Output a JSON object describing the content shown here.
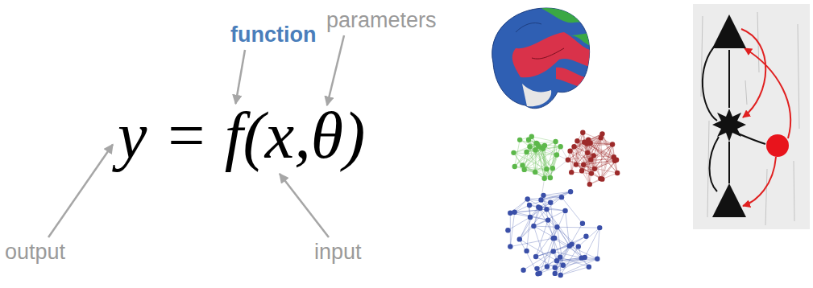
{
  "diagram": {
    "labels": [
      "function",
      "parameters",
      "y = f(x,θ)",
      "output",
      "input"
    ]
  }
}
